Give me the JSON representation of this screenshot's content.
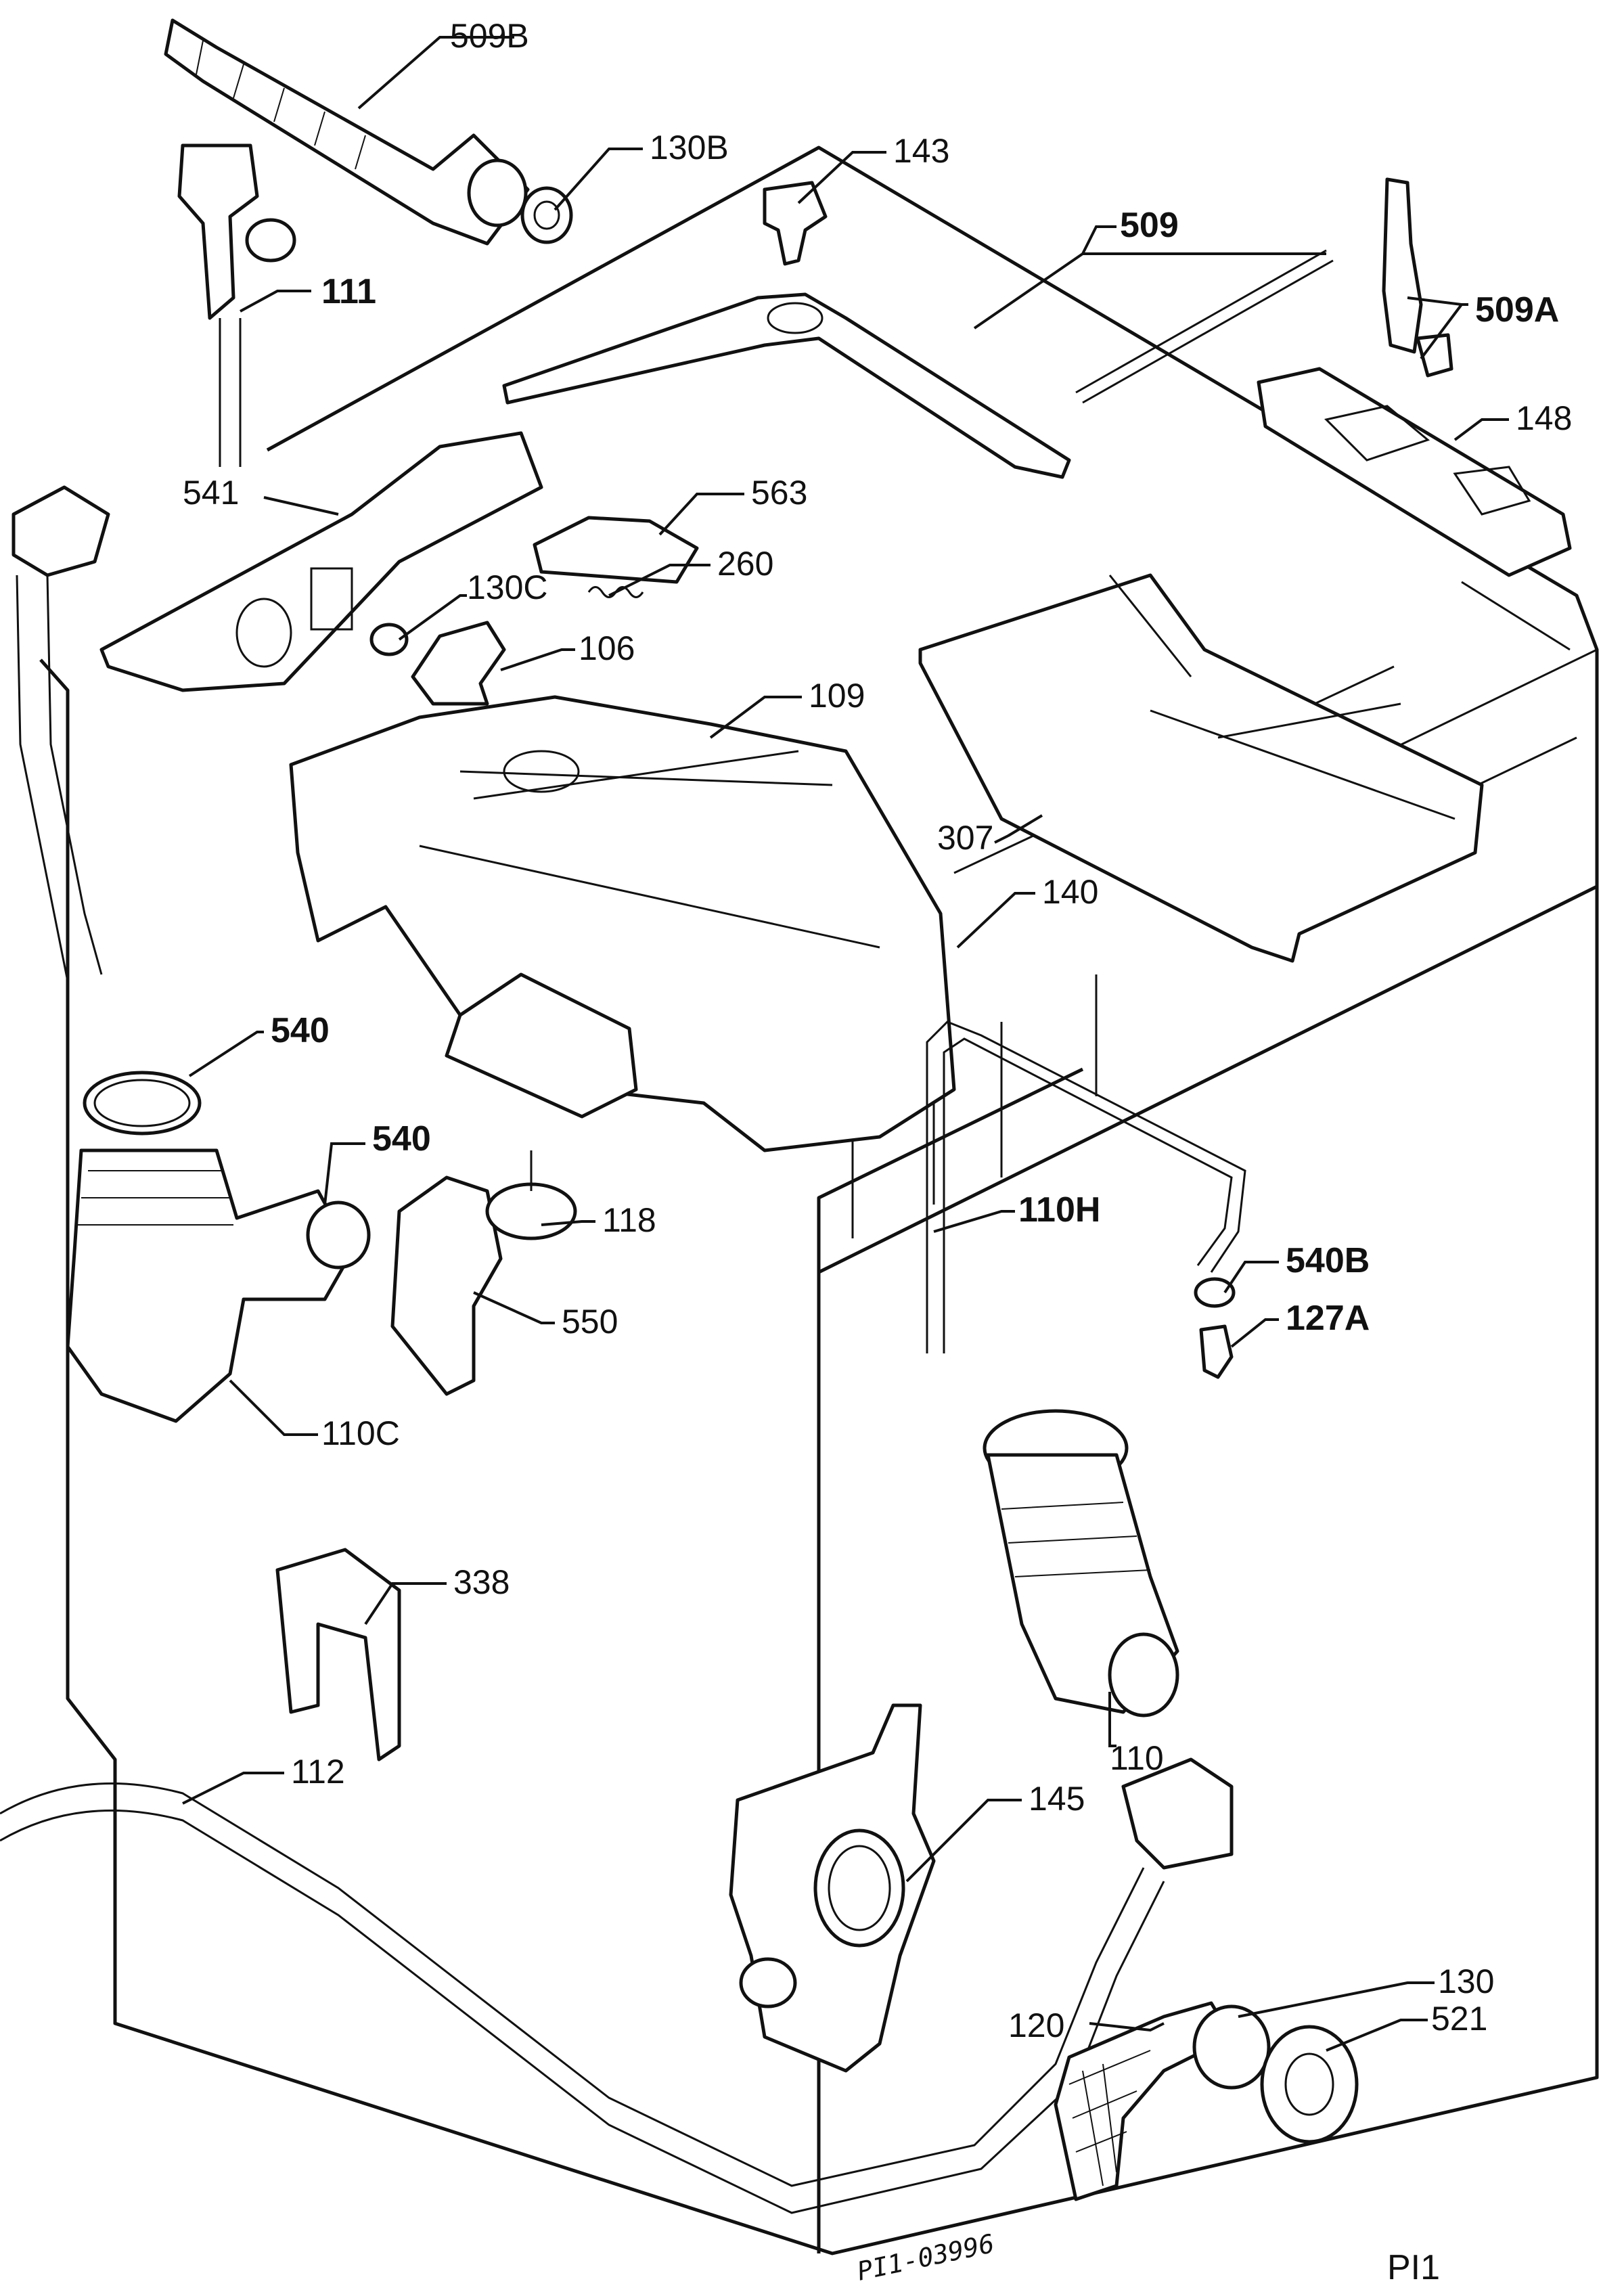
{
  "labels": {
    "l509b": "509B",
    "l130b": "130B",
    "l143": "143",
    "l509": "509",
    "l509a": "509A",
    "l111": "111",
    "l148": "148",
    "l541": "541",
    "l563": "563",
    "l260": "260",
    "l130c": "130C",
    "l106": "106",
    "l109": "109",
    "l307": "307",
    "l140": "140",
    "l540a": "540",
    "l540b": "540",
    "l118": "118",
    "l110h": "110H",
    "l540bb": "540B",
    "l127a": "127A",
    "l550": "550",
    "l110c": "110C",
    "l338": "338",
    "l110": "110",
    "l112": "112",
    "l145": "145",
    "l130": "130",
    "l120": "120",
    "l521": "521"
  },
  "footer": {
    "drawing_number": "PI1-03996",
    "page_ref": "PI1"
  }
}
